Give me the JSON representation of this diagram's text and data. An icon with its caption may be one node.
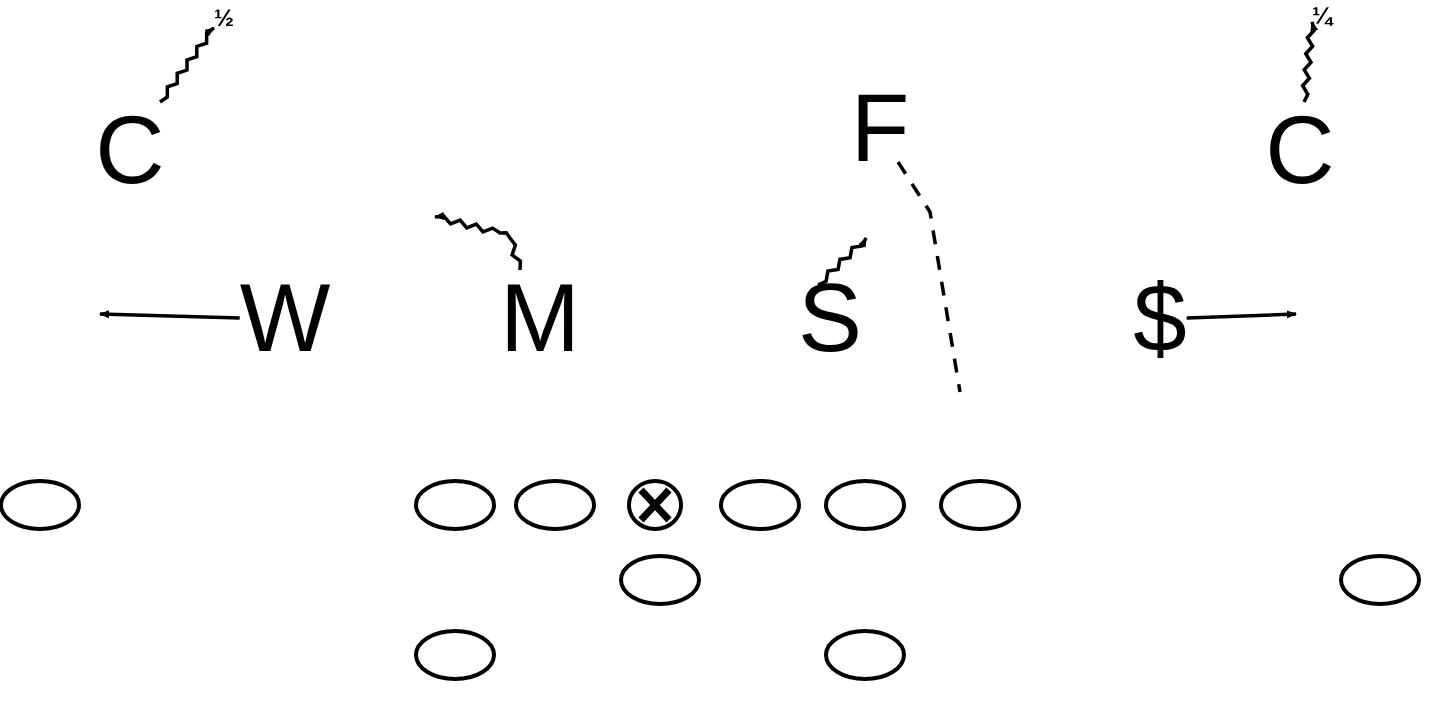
{
  "diagram": {
    "nodes": [
      {
        "text": [
          "½"
        ]
      },
      {
        "text": [
          "¼"
        ]
      },
      {
        "text": [
          "C"
        ]
      },
      {
        "text": [
          "F"
        ]
      },
      {
        "text": [
          "C"
        ]
      },
      {
        "text": [
          "W"
        ]
      },
      {
        "text": [
          "M"
        ]
      },
      {
        "text": [
          "S"
        ]
      },
      {
        "text": [
          "$"
        ]
      },
      {
        "text": [],
        "shape": "circle"
      },
      {
        "text": [],
        "shape": "circle"
      },
      {
        "text": [],
        "shape": "circle"
      },
      {
        "text": [],
        "shape": "circle"
      },
      {
        "text": [],
        "shape": "circle"
      },
      {
        "text": [],
        "shape": "circle"
      },
      {
        "text": [],
        "shape": "circle"
      },
      {
        "text": [],
        "shape": "circle"
      },
      {
        "text": [],
        "shape": "circle"
      },
      {
        "text": [],
        "shape": "circle"
      },
      {
        "text": [],
        "shape": "circle"
      }
    ],
    "edges": [
      {
        "from": 2,
        "to": 0,
        "arrow": "to"
      },
      {
        "from": 4,
        "to": 1,
        "arrow": "to"
      },
      {
        "from": 6,
        "to": null,
        "arrow": "to"
      },
      {
        "from": 7,
        "to": null,
        "arrow": "to"
      },
      {
        "from": 3,
        "to": null,
        "arrow": "none",
        "style": "dashed"
      },
      {
        "from": 5,
        "to": null,
        "arrow": "to"
      },
      {
        "from": 8,
        "to": null,
        "arrow": "to"
      }
    ]
  }
}
